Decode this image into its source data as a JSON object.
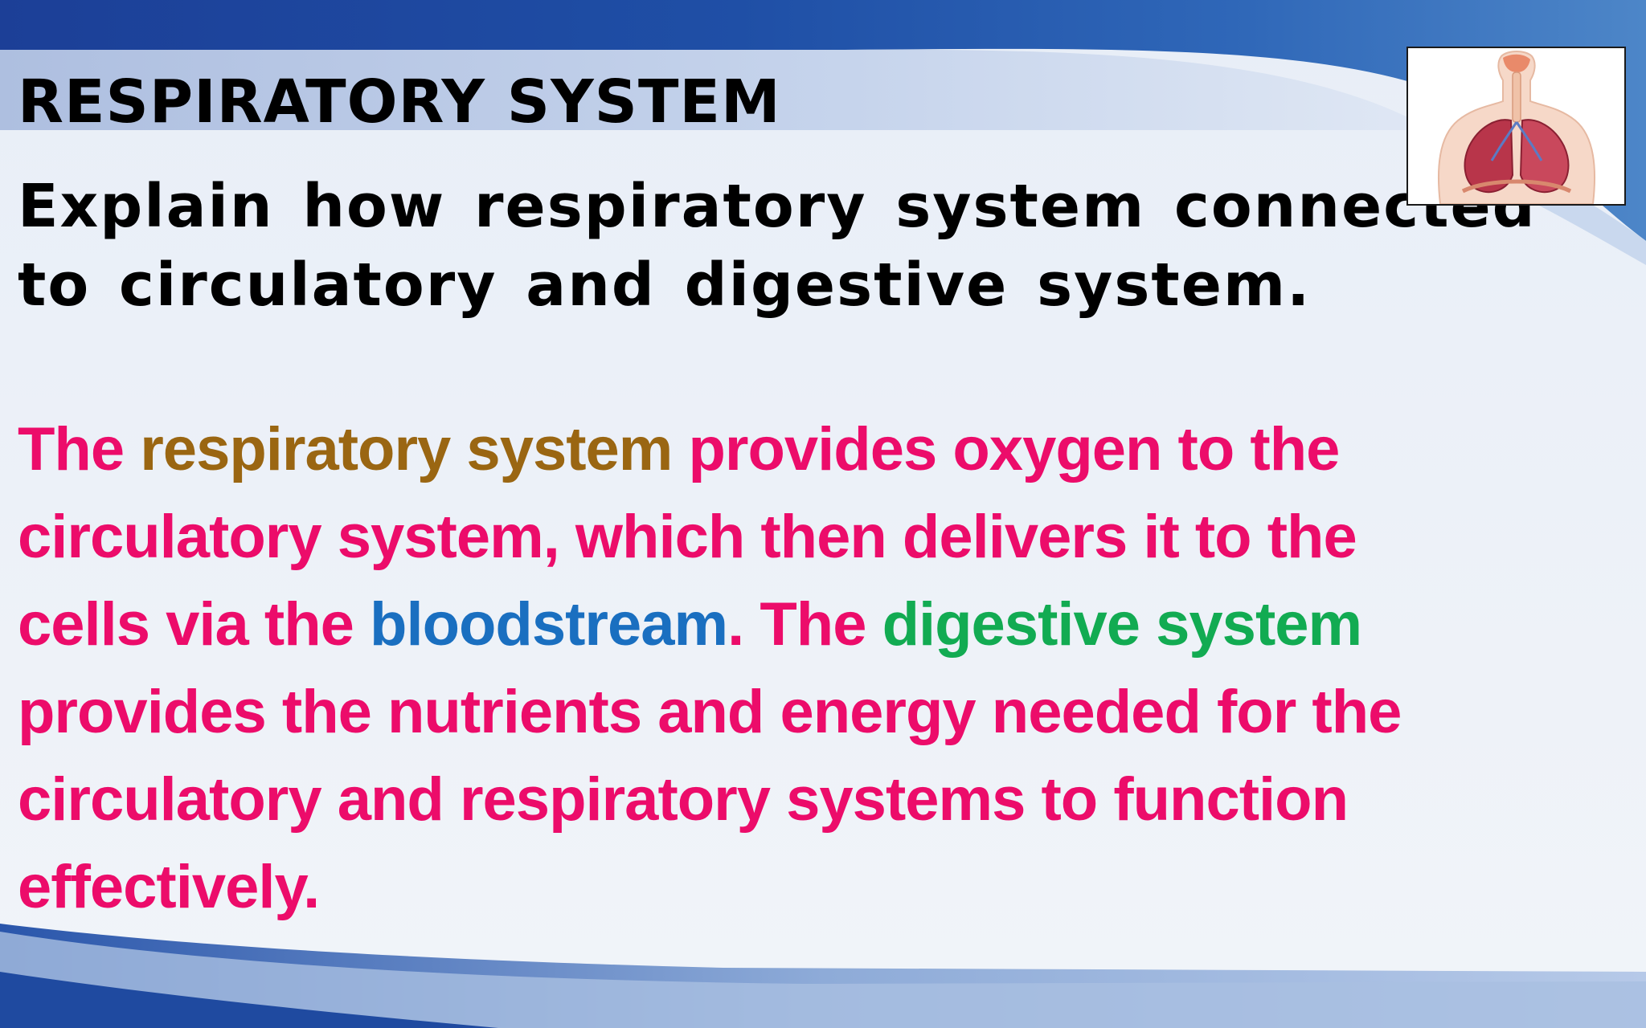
{
  "slide": {
    "title": "RESPIRATORY SYSTEM",
    "question_lines": [
      "Explain how respiratory system connected",
      "to circulatory and digestive system."
    ],
    "answer_lines": [
      [
        {
          "text": "The ",
          "color": "pink"
        },
        {
          "text": "respiratory system",
          "color": "brown"
        },
        {
          "text": " provides oxygen to the",
          "color": "pink"
        }
      ],
      [
        {
          "text": "circulatory system, which then delivers it to the",
          "color": "pink"
        }
      ],
      [
        {
          "text": "cells via the ",
          "color": "pink"
        },
        {
          "text": "bloodstream",
          "color": "blue"
        },
        {
          "text": ". The ",
          "color": "pink"
        },
        {
          "text": "digestive system",
          "color": "green"
        }
      ],
      [
        {
          "text": "provides the nutrients and energy needed for the",
          "color": "pink"
        }
      ],
      [
        {
          "text": "circulatory and respiratory systems to function",
          "color": "pink"
        }
      ],
      [
        {
          "text": "effectively.",
          "color": "pink"
        }
      ]
    ],
    "illustration_icon": "respiratory-system-illustration"
  },
  "colors": {
    "pink": "#ec0c6a",
    "brown": "#9a6612",
    "blue": "#1a6fc0",
    "green": "#12ab52",
    "heading": "#000000",
    "banner_dark": "#1d4fa3",
    "banner_light": "#b8c9e6"
  }
}
